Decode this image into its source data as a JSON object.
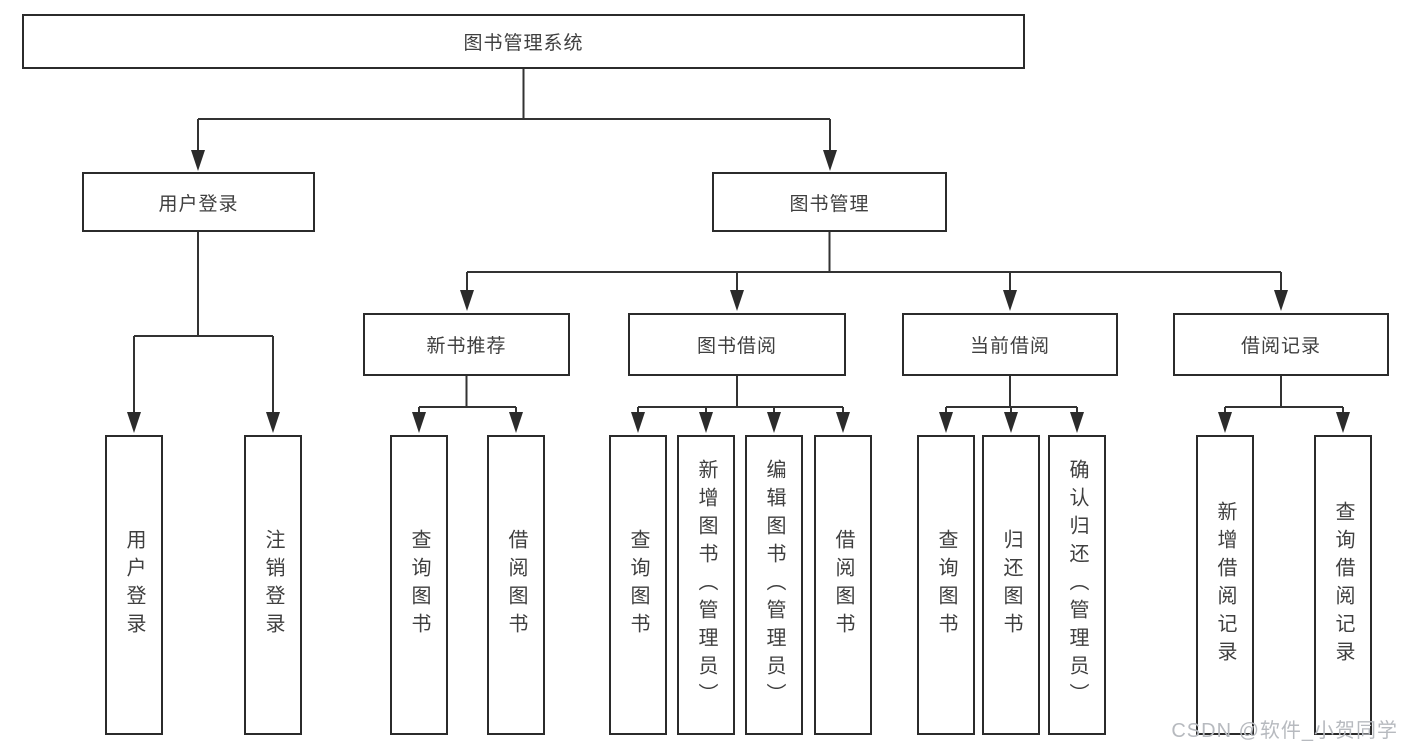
{
  "diagram": {
    "nodes": {
      "root": "图书管理系统",
      "login": "用户登录",
      "mgmt": "图书管理",
      "login_children": [
        "用户登录",
        "注销登录"
      ],
      "groups": [
        {
          "label": "新书推荐",
          "children": [
            "查询图书",
            "借阅图书"
          ]
        },
        {
          "label": "图书借阅",
          "children": [
            "查询图书",
            "新增图书（管理员）",
            "编辑图书（管理员）",
            "借阅图书"
          ]
        },
        {
          "label": "当前借阅",
          "children": [
            "查询图书",
            "归还图书",
            "确认归还（管理员）"
          ]
        },
        {
          "label": "借阅记录",
          "children": [
            "新增借阅记录",
            "查询借阅记录"
          ]
        }
      ]
    },
    "watermark": "CSDN @软件_小贺同学",
    "colors": {
      "border": "#2b2b2b",
      "line": "#333333",
      "text": "#3f3f3f",
      "watermark": "#b7babf",
      "background": "#ffffff"
    }
  }
}
